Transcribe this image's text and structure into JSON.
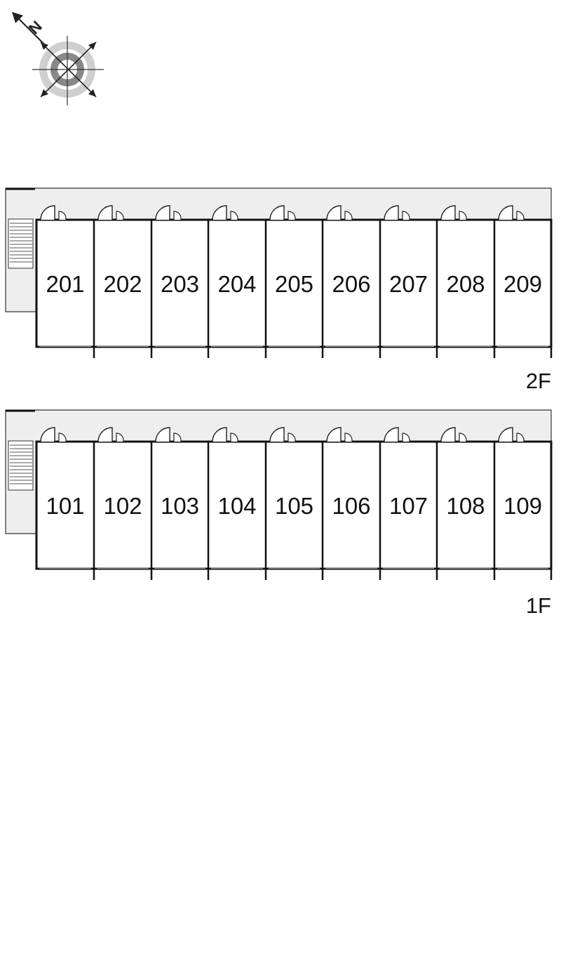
{
  "compass": {
    "north_letter": "N",
    "icon": "compass-rose-icon",
    "ring_colors": [
      "#cfcfcf",
      "#888888"
    ]
  },
  "colors": {
    "corridor": "#eeeeee",
    "wall": "#111111",
    "background": "#ffffff"
  },
  "floors": [
    {
      "label": "2F",
      "rooms": [
        "201",
        "202",
        "203",
        "204",
        "205",
        "206",
        "207",
        "208",
        "209"
      ]
    },
    {
      "label": "1F",
      "rooms": [
        "101",
        "102",
        "103",
        "104",
        "105",
        "106",
        "107",
        "108",
        "109"
      ]
    }
  ]
}
